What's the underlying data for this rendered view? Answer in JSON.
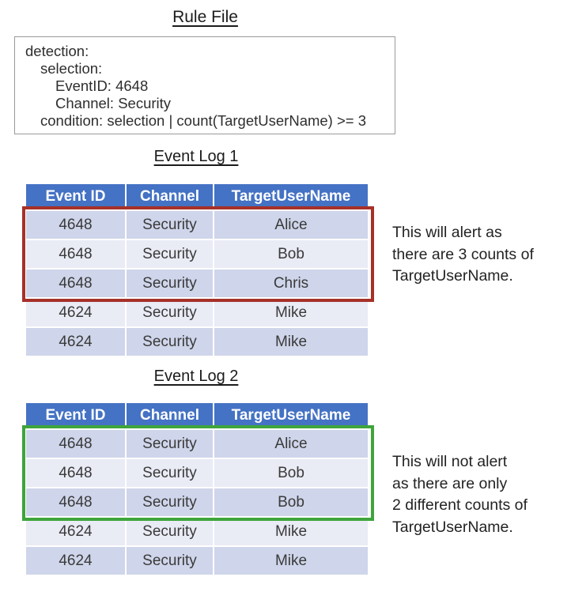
{
  "colors": {
    "table_header_bg": "#4472C4",
    "table_header_text": "#FFFFFF",
    "table_row_dark": "#CFD5EA",
    "table_row_light": "#E9EBF5",
    "alert_outline_red": "#A63129",
    "no_alert_outline_green": "#3EA53C",
    "rule_box_border": "#9A9A9A",
    "body_text": "#3A3A3A"
  },
  "rule_file": {
    "title": "Rule File",
    "lines": [
      {
        "text": "detection:"
      },
      {
        "text": "selection:"
      },
      {
        "text": "EventID: 4648"
      },
      {
        "text": "Channel: Security"
      },
      {
        "text": "condition: selection | count(TargetUserName) >= 3"
      }
    ]
  },
  "event_log_1": {
    "title": "Event Log 1",
    "columns": [
      "Event ID",
      "Channel",
      "TargetUserName"
    ],
    "rows": [
      [
        "4648",
        "Security",
        "Alice"
      ],
      [
        "4648",
        "Security",
        "Bob"
      ],
      [
        "4648",
        "Security",
        "Chris"
      ],
      [
        "4624",
        "Security",
        "Mike"
      ],
      [
        "4624",
        "Security",
        "Mike"
      ]
    ],
    "highlighted_rows": "1-3",
    "annotation": "This will alert as\nthere are 3 counts of\nTargetUserName."
  },
  "event_log_2": {
    "title": "Event Log 2",
    "columns": [
      "Event ID",
      "Channel",
      "TargetUserName"
    ],
    "rows": [
      [
        "4648",
        "Security",
        "Alice"
      ],
      [
        "4648",
        "Security",
        "Bob"
      ],
      [
        "4648",
        "Security",
        "Bob"
      ],
      [
        "4624",
        "Security",
        "Mike"
      ],
      [
        "4624",
        "Security",
        "Mike"
      ]
    ],
    "highlighted_rows": "1-3",
    "annotation": "This will not alert\nas there are only\n2 different counts of\nTargetUserName."
  }
}
